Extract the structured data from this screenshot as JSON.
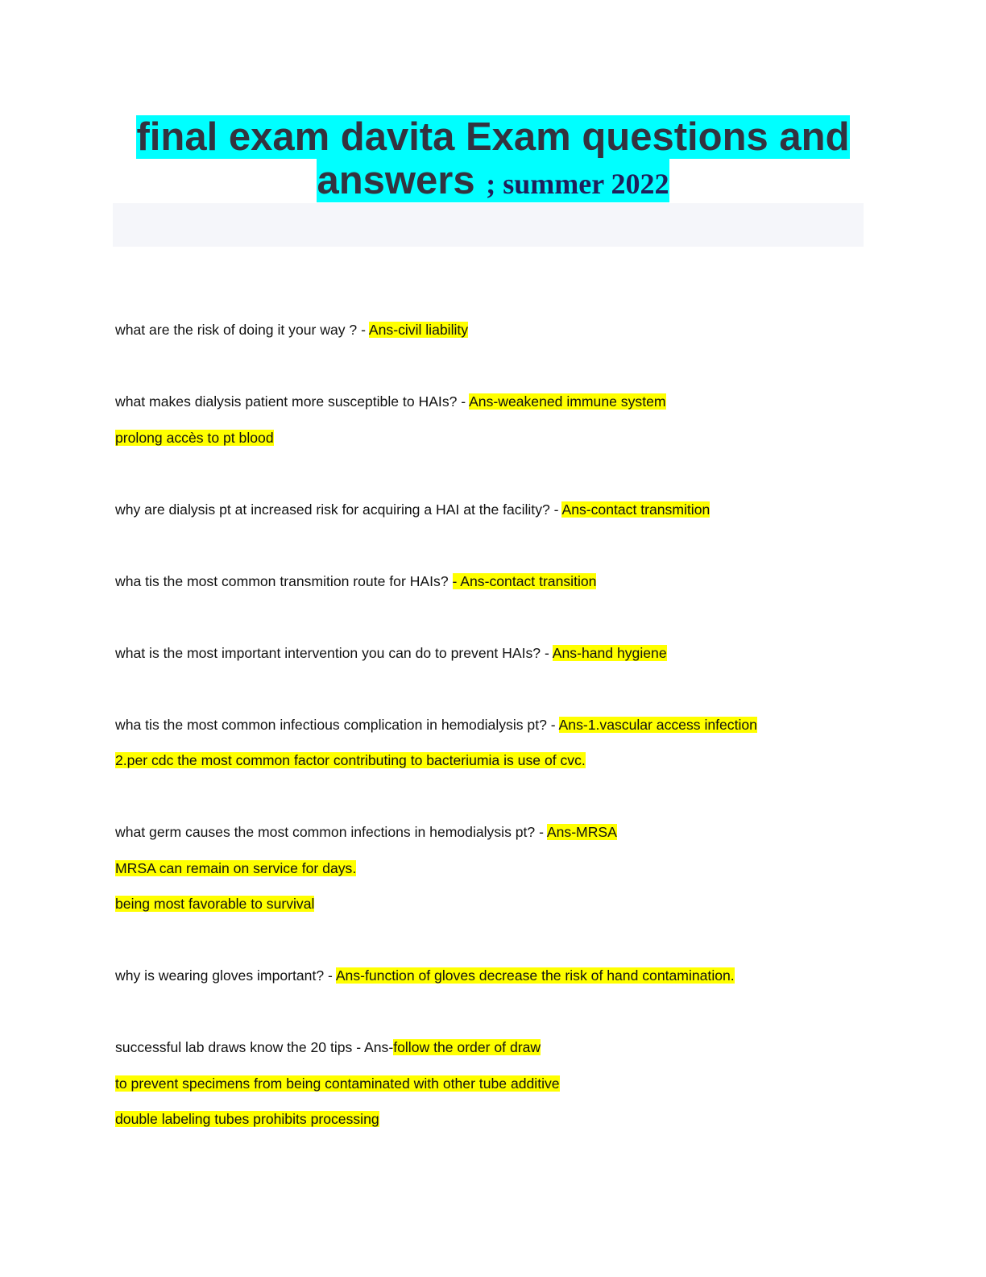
{
  "title": {
    "main_line1": "final exam davita Exam questions and",
    "main_line2": "answers",
    "sub": "; summer 2022"
  },
  "colors": {
    "title_highlight": "#00ffff",
    "answer_highlight": "#ffff00"
  },
  "items": [
    {
      "q": "what are the risk of doing it your way ? - ",
      "a": "Ans-civil liability",
      "extra": []
    },
    {
      "q": "what makes dialysis patient more susceptible to HAIs? - ",
      "a": "Ans-weakened immune system",
      "extra": [
        "prolong accès to pt blood"
      ]
    },
    {
      "q": "why are dialysis pt at increased risk for acquiring a HAI at the facility? - ",
      "a": "Ans-contact transmition",
      "extra": []
    },
    {
      "q": "wha tis the most common transmition route for HAIs? ",
      "a": "- Ans-contact transition",
      "extra": []
    },
    {
      "q": "what is the most important intervention you can do to prevent HAIs? - ",
      "a": "Ans-hand hygiene",
      "extra": []
    },
    {
      "q": "wha tis the most common infectious complication in hemodialysis pt? - ",
      "a": "Ans-1.vascular access infection",
      "extra": [
        "2.per cdc the most common factor contributing to bacteriumia is use of cvc."
      ]
    },
    {
      "q": "what germ causes the most common infections in hemodialysis pt? - ",
      "a": "Ans-MRSA",
      "extra": [
        "MRSA can remain on service for days.",
        "being most favorable to survival"
      ]
    },
    {
      "q": "why is wearing gloves important? - ",
      "a": "Ans-function of gloves decrease the risk of hand contamination.",
      "extra": []
    },
    {
      "q": "successful lab draws know the 20 tips - Ans-",
      "a": "follow the order of draw",
      "extra": [
        "to prevent specimens from being contaminated with other tube additive",
        "double labeling tubes prohibits processing"
      ]
    }
  ]
}
